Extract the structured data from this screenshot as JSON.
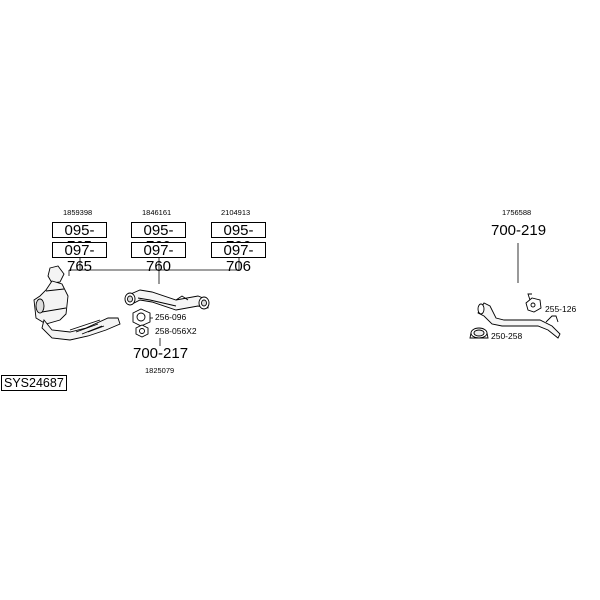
{
  "groups": [
    {
      "code": "1859398",
      "parts": [
        "095-765",
        "097-765"
      ]
    },
    {
      "code": "1846161",
      "parts": [
        "095-760",
        "097-760"
      ]
    },
    {
      "code": "2104913",
      "parts": [
        "095-706",
        "097-706"
      ]
    }
  ],
  "front_pipe": {
    "part": "700-217",
    "code": "1825079",
    "gasket": "256-096",
    "nut": "258-056X2"
  },
  "rear_pipe": {
    "code": "1756588",
    "part": "700-219",
    "hanger": "255-126",
    "clamp": "250-258"
  },
  "system_id": "SYS24687"
}
